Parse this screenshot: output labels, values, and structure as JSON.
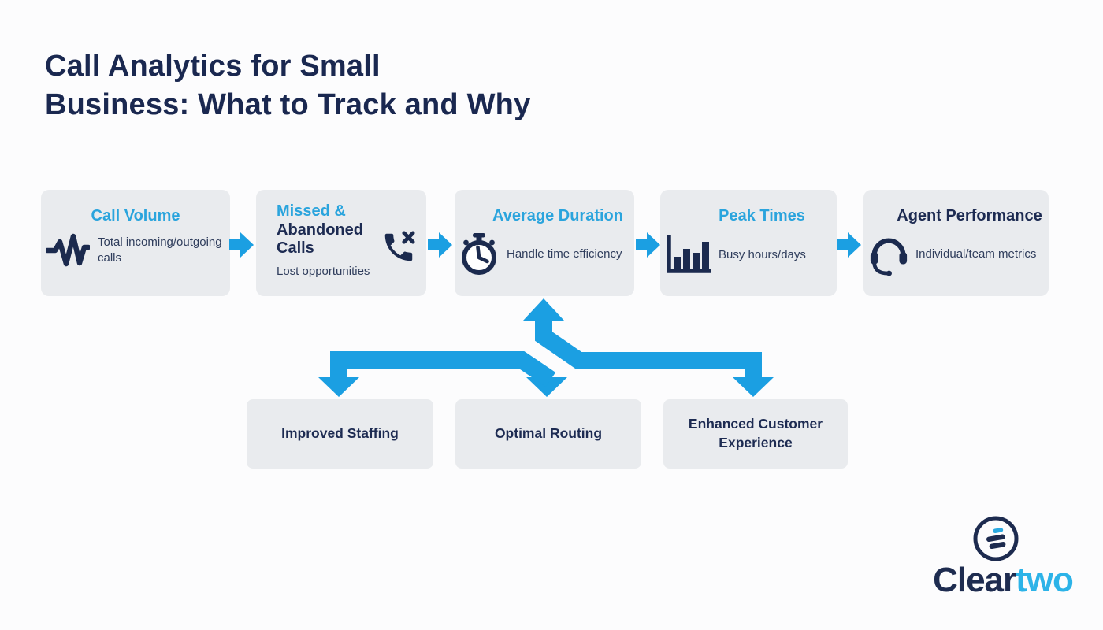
{
  "title": "Call Analytics for Small\nBusiness: What to Track and Why",
  "metrics": [
    {
      "title_accent": "Call Volume",
      "desc": "Total incoming/outgoing calls",
      "icon": "waveform-icon"
    },
    {
      "title_accent": "Missed &",
      "title_primary": "Abandoned Calls",
      "desc": "Lost opportunities",
      "icon": "missed-call-icon"
    },
    {
      "title_accent": "Average Duration",
      "desc": "Handle time efficiency",
      "icon": "stopwatch-icon"
    },
    {
      "title_accent": "Peak Times",
      "desc": "Busy hours/days",
      "icon": "bar-chart-icon"
    },
    {
      "title_primary": "Agent Performance",
      "desc": "Individual/team metrics",
      "icon": "headset-icon"
    }
  ],
  "outcomes": [
    {
      "label": "Improved Staffing"
    },
    {
      "label": "Optimal Routing"
    },
    {
      "label": "Enhanced Customer Experience"
    }
  ],
  "logo": {
    "text_primary": "Clear",
    "text_accent": "two",
    "icon": "cleartwo-mark-icon"
  },
  "colors": {
    "accent_blue": "#1b9fe2",
    "heading_blue": "#2aa4dd",
    "navy": "#1d2b52",
    "box_bg": "#e9ebee",
    "page_bg": "#fcfcfd"
  }
}
